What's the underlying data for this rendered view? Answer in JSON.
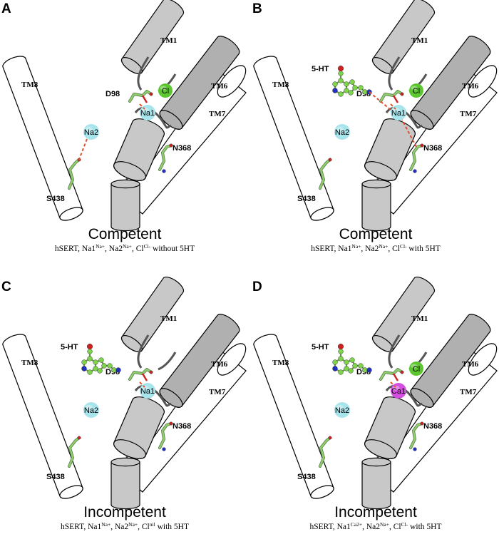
{
  "panels": [
    {
      "letter": "A",
      "has_serotonin": false,
      "state": "Competent",
      "caption": {
        "p1": "hSERT, Na1",
        "s1": "Na+",
        "p2": ", Na2",
        "s2": "Na+",
        "p3": ", Cl",
        "s3": "Cl-",
        "p4": " without 5HT"
      },
      "site1": {
        "label": "Na1",
        "color": "#a8e4ec"
      },
      "chloride": {
        "present": true,
        "label": "Cl"
      },
      "bond_serine_to_na2": true,
      "bonds_to_site1": [
        "D98"
      ],
      "bond_n368_to_site1": false
    },
    {
      "letter": "B",
      "has_serotonin": true,
      "state": "Competent",
      "caption": {
        "p1": "hSERT, Na1",
        "s1": "Na+",
        "p2": ", Na2",
        "s2": "Na+",
        "p3": ", Cl",
        "s3": "Cl-",
        "p4": " with 5HT"
      },
      "site1": {
        "label": "Na1",
        "color": "#a8e4ec"
      },
      "chloride": {
        "present": true,
        "label": "Cl"
      },
      "bond_serine_to_na2": false,
      "bonds_to_site1": [
        "D98",
        "5-HT"
      ],
      "bond_n368_to_site1": true
    },
    {
      "letter": "C",
      "has_serotonin": true,
      "state": "Incompetent",
      "caption": {
        "p1": "hSERT, Na1",
        "s1": "Na+",
        "p2": ", Na2",
        "s2": "Na+",
        "p3": ", Cl",
        "s3": "nil",
        "p4": " with 5HT"
      },
      "site1": {
        "label": "Na1",
        "color": "#a8e4ec"
      },
      "chloride": {
        "present": false,
        "label": ""
      },
      "bond_serine_to_na2": false,
      "bonds_to_site1": [
        "D98"
      ],
      "bond_n368_to_site1": false
    },
    {
      "letter": "D",
      "has_serotonin": true,
      "state": "Incompetent",
      "caption": {
        "p1": "hSERT, Na1",
        "s1": "Ca2+",
        "p2": ", Na2",
        "s2": "Na+",
        "p3": ", Cl",
        "s3": "Cl-",
        "p4": " with 5HT"
      },
      "site1": {
        "label": "Ca1",
        "color": "#d44fe0"
      },
      "chloride": {
        "present": true,
        "label": "Cl"
      },
      "bond_serine_to_na2": false,
      "bonds_to_site1": [
        "D98"
      ],
      "bond_n368_to_site1": false
    }
  ],
  "labels": {
    "tm1": "TM1",
    "tm6": "TM6",
    "tm7": "TM7",
    "tm8": "TM8",
    "d98": "D98",
    "s438": "S438",
    "n368": "N368",
    "na2": "Na2",
    "serotonin": "5-HT"
  },
  "colors": {
    "grey_helix": "#c8c8c8",
    "grey_helix_dark": "#b0b0b0",
    "white_helix": "#ffffff",
    "sodium": "#a8e4ec",
    "calcium": "#d44fe0",
    "chloride": "#5cc630",
    "bond": "#e05030",
    "residue_carbon": "#8fcf6e",
    "oxygen": "#d02020",
    "nitrogen": "#2030c0",
    "loop": "#555555"
  }
}
